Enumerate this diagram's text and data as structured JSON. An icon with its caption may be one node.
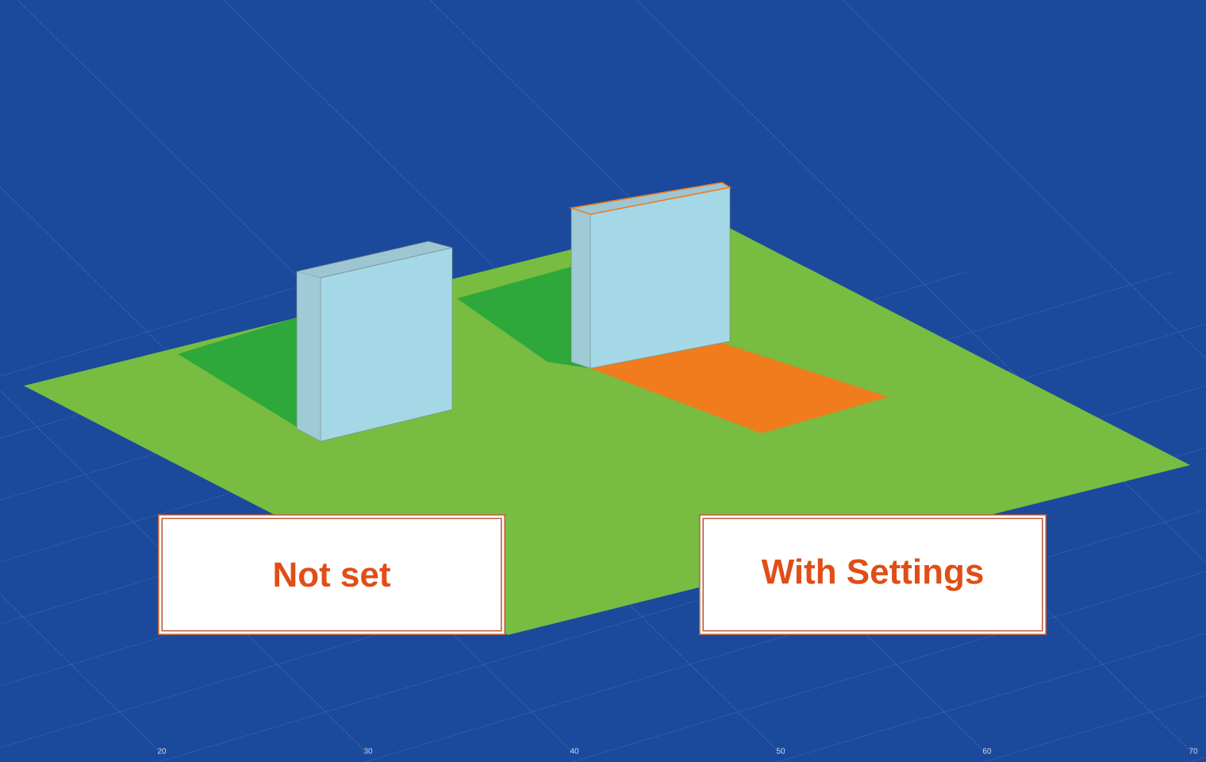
{
  "diagram": {
    "nodes": [
      {
        "text": [
          "Not set"
        ]
      },
      {
        "text": [
          "With Settings"
        ]
      }
    ],
    "labels": [
      "20",
      "30",
      "40",
      "50",
      "60",
      "70"
    ]
  }
}
